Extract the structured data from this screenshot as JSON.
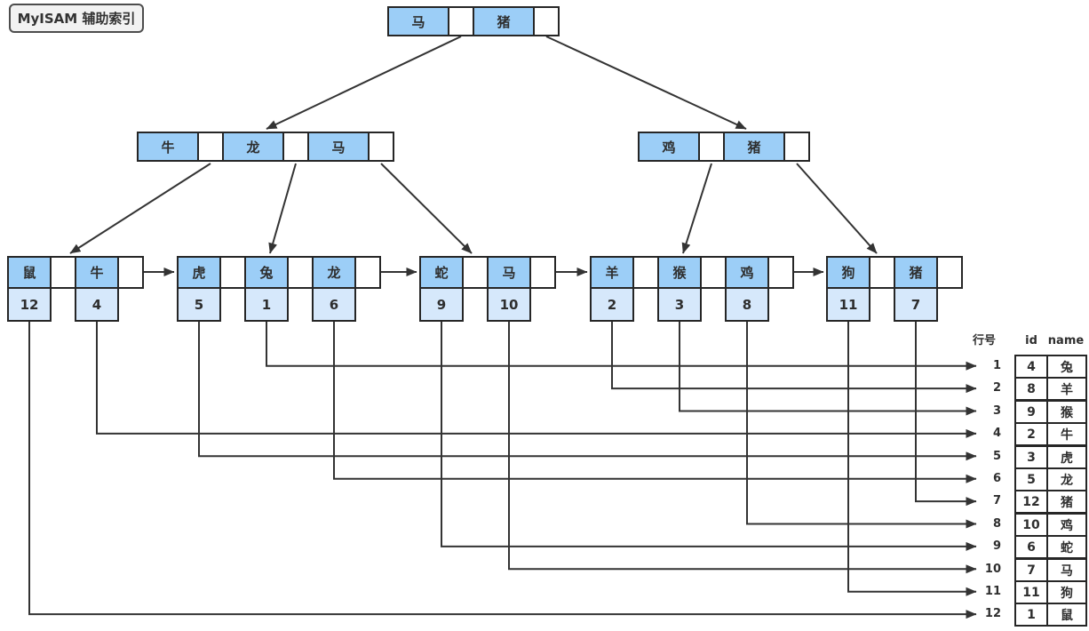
{
  "title": "MyISAM 辅助索引",
  "diagram": {
    "root": {
      "keys": [
        "马",
        "猪"
      ]
    },
    "internal": [
      {
        "keys": [
          "牛",
          "龙",
          "马"
        ]
      },
      {
        "keys": [
          "鸡",
          "猪"
        ]
      }
    ],
    "leaves": [
      {
        "entries": [
          {
            "key": "鼠",
            "row": "12"
          },
          {
            "key": "牛",
            "row": "4"
          }
        ]
      },
      {
        "entries": [
          {
            "key": "虎",
            "row": "5"
          },
          {
            "key": "兔",
            "row": "1"
          },
          {
            "key": "龙",
            "row": "6"
          }
        ]
      },
      {
        "entries": [
          {
            "key": "蛇",
            "row": "9"
          },
          {
            "key": "马",
            "row": "10"
          }
        ]
      },
      {
        "entries": [
          {
            "key": "羊",
            "row": "2"
          },
          {
            "key": "猴",
            "row": "3"
          },
          {
            "key": "鸡",
            "row": "8"
          }
        ]
      },
      {
        "entries": [
          {
            "key": "狗",
            "row": "11"
          },
          {
            "key": "猪",
            "row": "7"
          }
        ]
      }
    ]
  },
  "table": {
    "headers": [
      "行号",
      "id",
      "name"
    ],
    "rows": [
      {
        "row": "1",
        "id": "4",
        "name": "兔"
      },
      {
        "row": "2",
        "id": "8",
        "name": "羊"
      },
      {
        "row": "3",
        "id": "9",
        "name": "猴"
      },
      {
        "row": "4",
        "id": "2",
        "name": "牛"
      },
      {
        "row": "5",
        "id": "3",
        "name": "虎"
      },
      {
        "row": "6",
        "id": "5",
        "name": "龙"
      },
      {
        "row": "7",
        "id": "12",
        "name": "猪"
      },
      {
        "row": "8",
        "id": "10",
        "name": "鸡"
      },
      {
        "row": "9",
        "id": "6",
        "name": "蛇"
      },
      {
        "row": "10",
        "id": "7",
        "name": "马"
      },
      {
        "row": "11",
        "id": "11",
        "name": "狗"
      },
      {
        "row": "12",
        "id": "1",
        "name": "鼠"
      }
    ]
  },
  "colors": {
    "key_cell": "#9CCEF7",
    "row_cell": "#D6E8FB",
    "border": "#262626",
    "line": "#333333",
    "badge_bg": "#F2F2F2"
  }
}
